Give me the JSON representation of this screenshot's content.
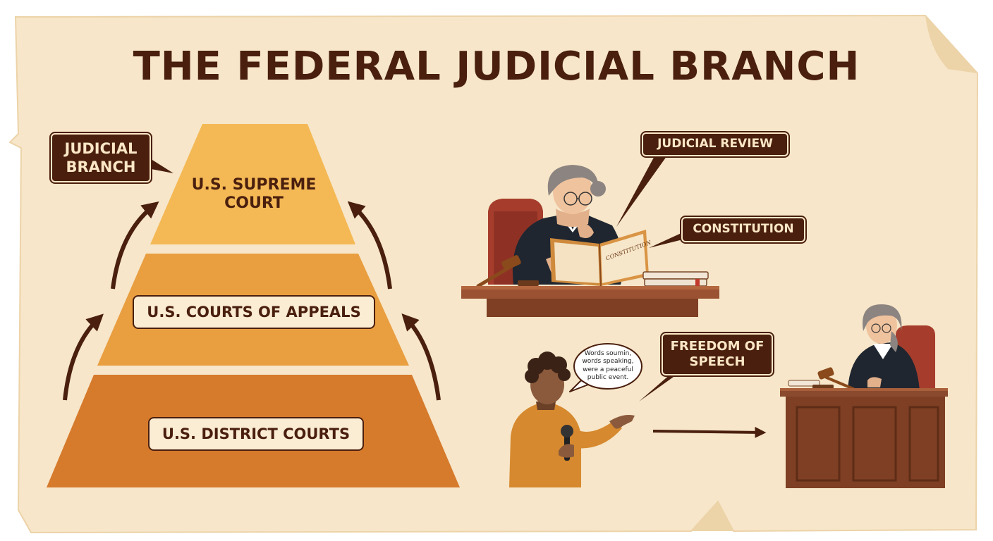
{
  "title": "THE FEDERAL JUDICIAL BRANCH",
  "callouts": {
    "judicial_branch_line1": "JUDICIAL",
    "judicial_branch_line2": "BRANCH",
    "judicial_review": "JUDICIAL REVIEW",
    "constitution": "CONSTITUTION",
    "freedom_line1": "FREEDOM OF",
    "freedom_line2": "SPEECH"
  },
  "pyramid": {
    "top_line1": "U.S. SUPREME",
    "top_line2": "COURT",
    "middle": "U.S. COURTS OF APPEALS",
    "bottom": "U.S. DISTRICT COURTS"
  },
  "book_cover": "CONSTITUTION",
  "speech_bubble": {
    "line1": "Words soumin,",
    "line2": "words speaking,",
    "line3": "were a peaceful",
    "line4": "public event."
  },
  "colors": {
    "background": "#f7e6c9",
    "paper_edge": "#ecd3a8",
    "dark_brown": "#4a1f0e",
    "tier_top": "#f4b955",
    "tier_middle": "#e99e40",
    "tier_bottom": "#d67a2c",
    "robe": "#1f2630",
    "wood": "#8a4a2e"
  }
}
